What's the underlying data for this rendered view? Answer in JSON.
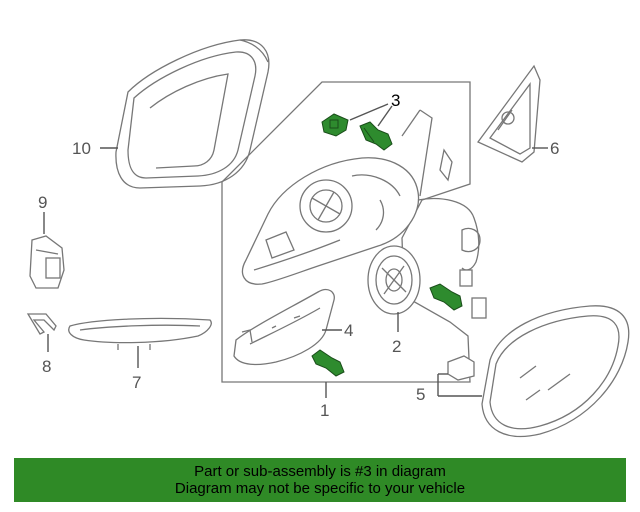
{
  "callouts": {
    "c1": "1",
    "c2": "2",
    "c3": "3",
    "c4": "4",
    "c5": "5",
    "c6": "6",
    "c7": "7",
    "c8": "8",
    "c9": "9",
    "c10": "10"
  },
  "banner": {
    "line1": "Part or sub-assembly is #3 in diagram",
    "line2": "Diagram may not be specific to your vehicle"
  },
  "colors": {
    "banner_bg": "#2f8a26",
    "highlight_part": "#2e8b2e"
  }
}
